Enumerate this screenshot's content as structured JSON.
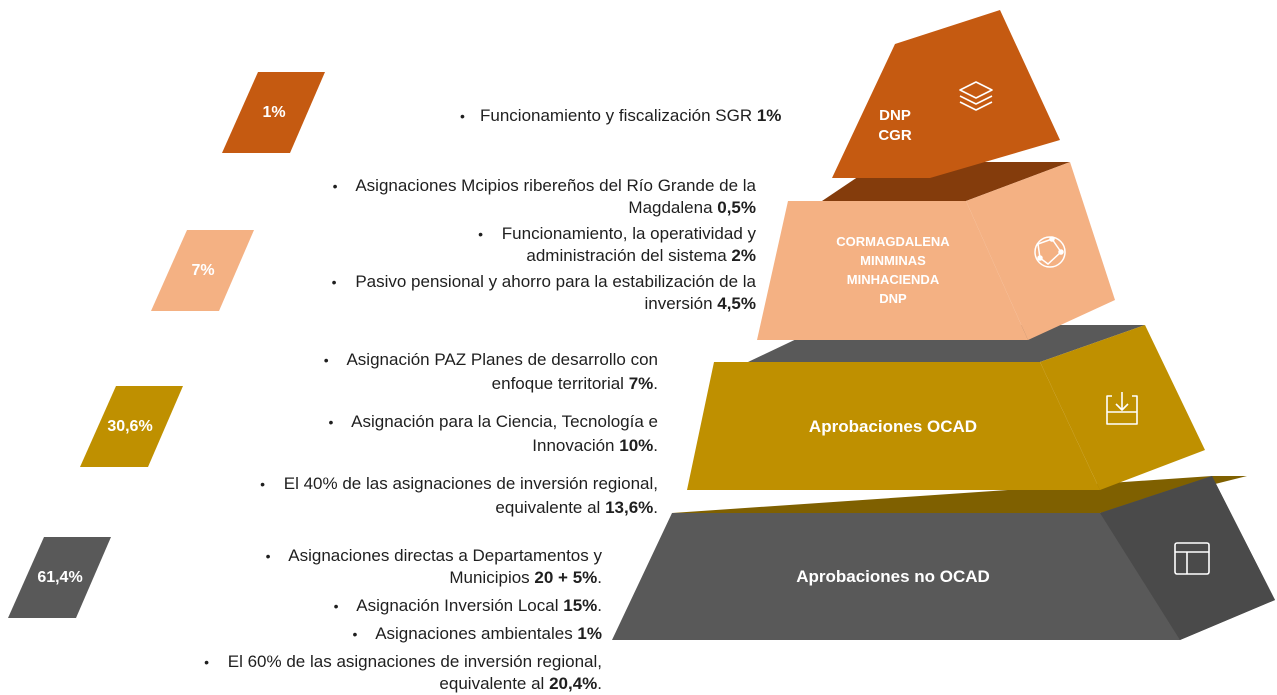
{
  "colors": {
    "tier1": "#c55a11",
    "tier1_side": "#843c0c",
    "tier2": "#f4b183",
    "tier2_side": "#843c0c",
    "tier3": "#bf9000",
    "tier3_side": "#595959",
    "tier4": "#595959",
    "tier4_side": "#7f6000"
  },
  "tiers": [
    {
      "id": "tier-1",
      "percent": "1%",
      "lines": [
        "DNP",
        "CGR"
      ],
      "icon": "layers-icon",
      "bullets": [
        {
          "text": "Funcionamiento y fiscalización SGR ",
          "bold": "1%"
        }
      ]
    },
    {
      "id": "tier-2",
      "percent": "7%",
      "lines": [
        "CORMAGDALENA",
        "MINMINAS",
        "MINHACIENDA",
        "DNP"
      ],
      "icon": "globe-network-icon",
      "bullets": [
        {
          "text": "Asignaciones Mcipios ribereños del Río Grande de la Magdalena ",
          "bold": "0,5%"
        },
        {
          "text": "Funcionamiento, la operatividad y administración del sistema ",
          "bold": "2%"
        },
        {
          "text": "Pasivo pensional y ahorro para la estabilización de la inversión ",
          "bold": "4,5%"
        }
      ]
    },
    {
      "id": "tier-3",
      "percent": "30,6%",
      "lines": [
        "Aprobaciones OCAD"
      ],
      "icon": "inbox-download-icon",
      "bullets": [
        {
          "text": "Asignación PAZ Planes de desarrollo con enfoque territorial ",
          "bold": "7%",
          "tail": "."
        },
        {
          "text": "Asignación para la Ciencia, Tecnología e Innovación ",
          "bold": "10%",
          "tail": "."
        },
        {
          "text": "El 40% de las asignaciones de inversión regional, equivalente al ",
          "bold": "13,6%",
          "tail": "."
        }
      ]
    },
    {
      "id": "tier-4",
      "percent": "61,4%",
      "lines": [
        "Aprobaciones no OCAD"
      ],
      "icon": "layout-panels-icon",
      "bullets": [
        {
          "text": "Asignaciones directas a Departamentos y Municipios ",
          "bold": "20 + 5%",
          "tail": "."
        },
        {
          "text": "Asignación Inversión Local ",
          "bold": "15%",
          "tail": "."
        },
        {
          "text": "Asignaciones ambientales ",
          "bold": "1%"
        },
        {
          "text": "El 60% de las asignaciones de inversión regional, equivalente al ",
          "bold": "20,4%",
          "tail": "."
        }
      ]
    }
  ]
}
